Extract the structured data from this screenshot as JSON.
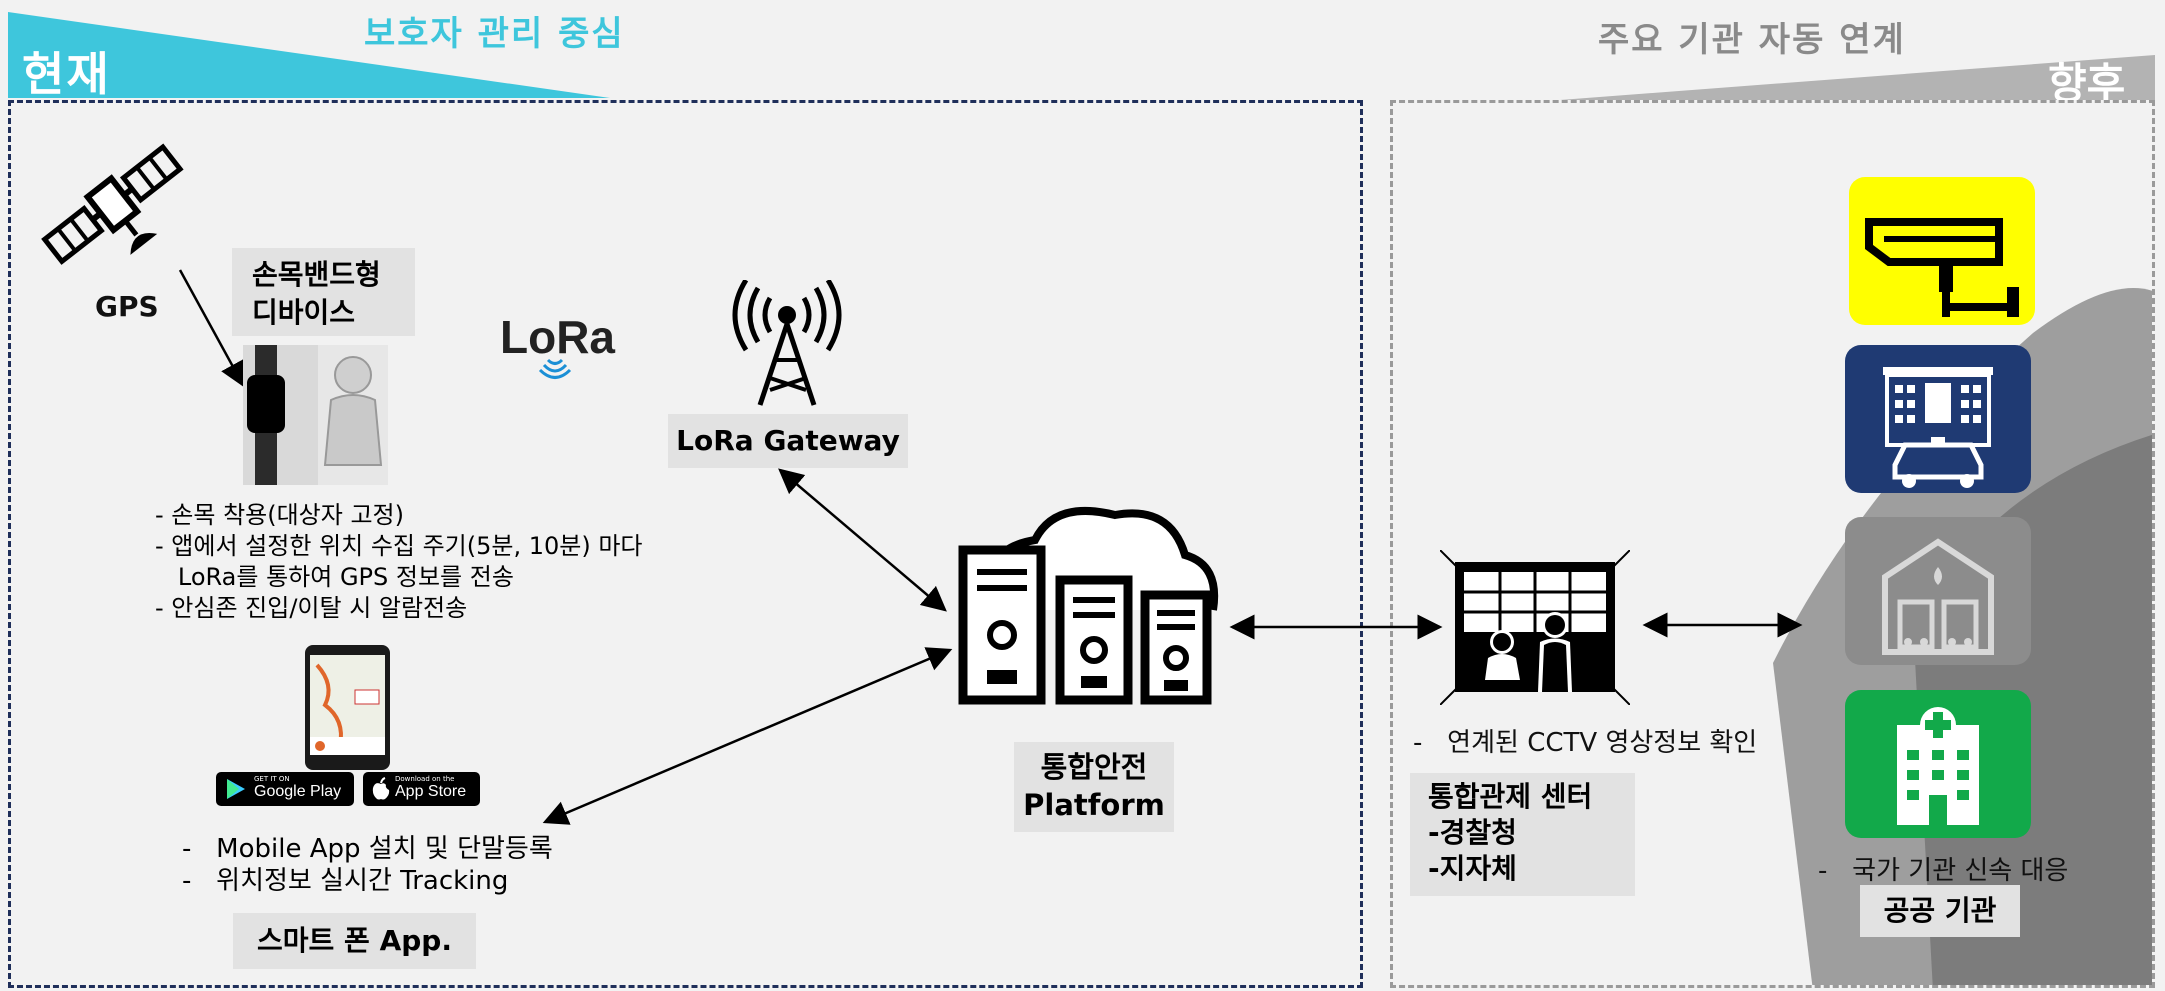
{
  "header": {
    "left_title": "현재",
    "left_subtitle": "보호자 관리 중심",
    "right_title": "향후",
    "right_subtitle": "주요 기관 자동 연계"
  },
  "left_panel": {
    "gps_label": "GPS",
    "device_label_line1": "손목밴드형",
    "device_label_line2": "디바이스",
    "lora_logo": "LoRa",
    "gateway_label": "LoRa Gateway",
    "device_bullets": [
      "- 손목 착용(대상자 고정)",
      "- 앱에서 설정한 위치 수집 주기(5분, 10분) 마다",
      "   LoRa를 통하여 GPS 정보를 전송",
      "- 안심존 진입/이탈 시 알람전송"
    ],
    "store_badges": {
      "google_small": "GET IT ON",
      "google": "Google Play",
      "apple_small": "Download on the",
      "apple": "App Store"
    },
    "app_bullets": [
      "-   Mobile App 설치 및 단말등록",
      "-   위치정보 실시간 Tracking"
    ],
    "app_label": "스마트 폰 App.",
    "platform_label_line1": "통합안전",
    "platform_label_line2": "Platform"
  },
  "right_panel": {
    "cctv_bullet": "-   연계된 CCTV 영상정보 확인",
    "control_center_line1": "통합관제 센터",
    "control_center_line2": "-경찰청",
    "control_center_line3": "-지자체",
    "agency_bullet": "-   국가 기관 신속 대응",
    "agency_label": "공공 기관",
    "institution_icons": [
      "cctv-camera-icon",
      "police-station-icon",
      "fire-station-icon",
      "hospital-icon"
    ]
  },
  "colors": {
    "accent_cyan": "#3ec6dc",
    "header_gray": "#b3b3b3",
    "panel_border": "#1f2f5a",
    "cctv_yellow": "#ffff00",
    "police_navy": "#1f3a73",
    "fire_gray": "#8c8c8c",
    "hospital_green": "#12a94a"
  }
}
